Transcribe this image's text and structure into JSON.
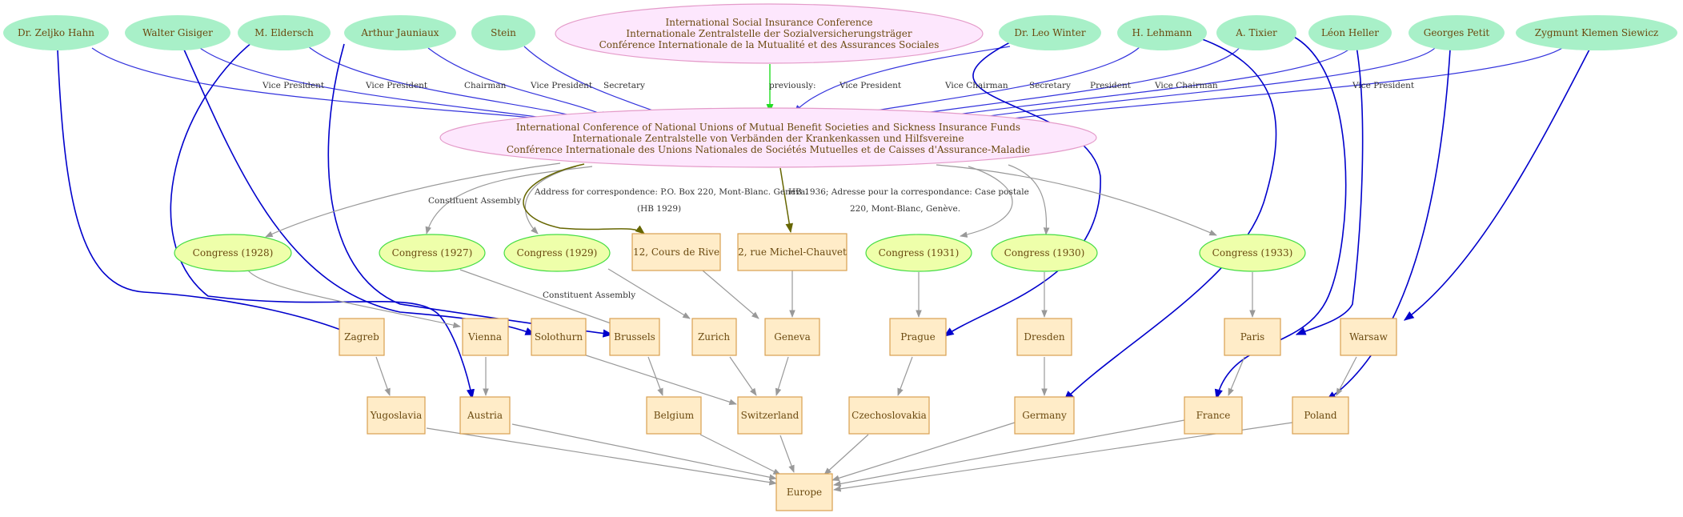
{
  "colors": {
    "person_fill": "#a8f0c8",
    "org_fill": "#fde7fd",
    "org_stroke": "#e49bc9",
    "congress_fill": "#eeffaa",
    "congress_stroke": "#44dd44",
    "place_fill": "#ffecc8",
    "place_stroke": "#d9a050",
    "role_edge": "#3333dd",
    "location_edge": "#0000cc",
    "hierarchy_edge": "#999999",
    "previous_edge": "#22dd22",
    "address_edge": "#666600",
    "text": "#6b4a10"
  },
  "nodes": {
    "issc": {
      "lines": [
        "International Social Insurance Conference",
        "Internationale Zentralstelle der Sozialversicherungsträger",
        "Conférence Internationale de la Mutualité et des Assurances Sociales"
      ]
    },
    "icnu": {
      "lines": [
        "International Conference of National Unions of Mutual Benefit Societies and Sickness Insurance Funds",
        "Internationale Zentralstelle von Verbänden der Krankenkassen und Hilfsvereine",
        "Conférence Internationale des Unions Nationales de Sociétés Mutuelles et de Caisses d'Assurance-Maladie"
      ]
    },
    "hahn": {
      "label": "Dr. Zeljko Hahn"
    },
    "gisiger": {
      "label": "Walter Gisiger"
    },
    "eldersch": {
      "label": "M. Eldersch"
    },
    "jauniaux": {
      "label": "Arthur Jauniaux"
    },
    "stein": {
      "label": "Stein"
    },
    "winter": {
      "label": "Dr. Leo Winter"
    },
    "lehmann": {
      "label": "H. Lehmann"
    },
    "tixier": {
      "label": "A.  Tixier"
    },
    "heller": {
      "label": "Léon Heller"
    },
    "petit": {
      "label": "Georges Petit"
    },
    "siewicz": {
      "label": "Zygmunt Klemen Siewicz"
    },
    "c1928": {
      "label": "Congress (1928)"
    },
    "c1927": {
      "label": "Congress (1927)"
    },
    "c1929": {
      "label": "Congress (1929)"
    },
    "c1931": {
      "label": "Congress (1931)"
    },
    "c1930": {
      "label": "Congress (1930)"
    },
    "c1933": {
      "label": "Congress (1933)"
    },
    "rive": {
      "label": "12, Cours de Rive"
    },
    "chauvet": {
      "label": "2, rue Michel-Chauvet"
    },
    "zagreb": {
      "label": "Zagreb"
    },
    "vienna": {
      "label": "Vienna"
    },
    "solothurn": {
      "label": "Solothurn"
    },
    "brussels": {
      "label": "Brussels"
    },
    "zurich": {
      "label": "Zurich"
    },
    "geneva": {
      "label": "Geneva"
    },
    "prague": {
      "label": "Prague"
    },
    "dresden": {
      "label": "Dresden"
    },
    "paris": {
      "label": "Paris"
    },
    "warsaw": {
      "label": "Warsaw"
    },
    "yugoslavia": {
      "label": "Yugoslavia"
    },
    "austria": {
      "label": "Austria"
    },
    "belgium": {
      "label": "Belgium"
    },
    "switzerland": {
      "label": "Switzerland"
    },
    "czechoslovakia": {
      "label": "Czechoslovakia"
    },
    "germany": {
      "label": "Germany"
    },
    "france": {
      "label": "France"
    },
    "poland": {
      "label": "Poland"
    },
    "europe": {
      "label": "Europe"
    }
  },
  "edge_labels": {
    "hahn_role": "Vice President",
    "gisiger_role": "Vice President",
    "eldersch_role": "Chairman",
    "jauniaux_role": "Vice President",
    "stein_role": "Secretary",
    "previously": "previously:",
    "winter_role": "Vice President",
    "lehmann_role": "Vice Chairman",
    "tixier_role": "Secretary",
    "heller_role": "President",
    "petit_role": "Vice Chairman",
    "siewicz_role": "Vice President",
    "constituent_1": "Constituent Assembly",
    "constituent_2": "Constituent Assembly",
    "rive_address": [
      "Address for correspondence: P.O. Box 220, Mont-Blanc. Geneva.",
      "(HB 1929)"
    ],
    "chauvet_address": [
      "HB 1936; Adresse pour la correspondance: Case postale",
      "220, Mont-Blanc, Genève."
    ]
  }
}
